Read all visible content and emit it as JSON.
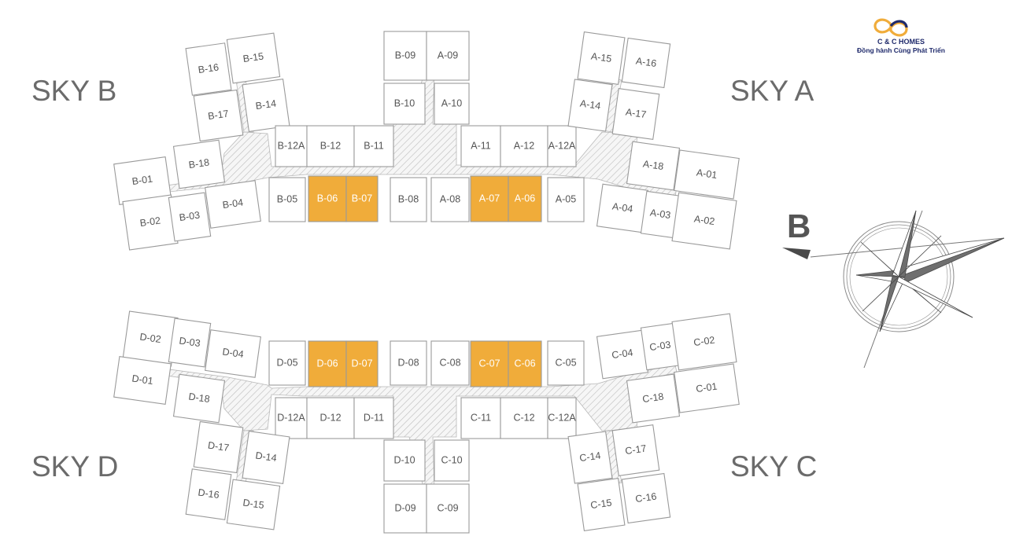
{
  "logo": {
    "brand": "C & C HOMES",
    "slogan": "Đồng hành Cùng Phát Triển",
    "colors": {
      "primary": "#1f2a6b",
      "accent": "#f0ac3a"
    }
  },
  "blocks": {
    "sky_a": "SKY A",
    "sky_b": "SKY B",
    "sky_c": "SKY C",
    "sky_d": "SKY D"
  },
  "compass": {
    "direction_label": "B"
  },
  "highlight_color": "#f0ac3a",
  "units": {
    "B-16": "B-16",
    "B-15": "B-15",
    "B-17": "B-17",
    "B-14": "B-14",
    "B-18": "B-18",
    "B-01": "B-01",
    "B-02": "B-02",
    "B-03": "B-03",
    "B-04": "B-04",
    "B-12A": "B-12A",
    "B-12": "B-12",
    "B-11": "B-11",
    "B-05": "B-05",
    "B-06": "B-06",
    "B-07": "B-07",
    "B-08": "B-08",
    "B-09": "B-09",
    "B-10": "B-10",
    "A-09": "A-09",
    "A-10": "A-10",
    "A-11": "A-11",
    "A-12": "A-12",
    "A-12A": "A-12A",
    "A-08": "A-08",
    "A-07": "A-07",
    "A-06": "A-06",
    "A-05": "A-05",
    "A-15": "A-15",
    "A-16": "A-16",
    "A-14": "A-14",
    "A-17": "A-17",
    "A-18": "A-18",
    "A-01": "A-01",
    "A-04": "A-04",
    "A-03": "A-03",
    "A-02": "A-02",
    "D-02": "D-02",
    "D-03": "D-03",
    "D-04": "D-04",
    "D-01": "D-01",
    "D-18": "D-18",
    "D-05": "D-05",
    "D-06": "D-06",
    "D-07": "D-07",
    "D-08": "D-08",
    "D-12A": "D-12A",
    "D-12": "D-12",
    "D-11": "D-11",
    "D-17": "D-17",
    "D-14": "D-14",
    "D-16": "D-16",
    "D-15": "D-15",
    "D-10": "D-10",
    "D-09": "D-09",
    "C-08": "C-08",
    "C-07": "C-07",
    "C-06": "C-06",
    "C-05": "C-05",
    "C-04": "C-04",
    "C-03": "C-03",
    "C-02": "C-02",
    "C-01": "C-01",
    "C-18": "C-18",
    "C-11": "C-11",
    "C-12": "C-12",
    "C-12A": "C-12A",
    "C-14": "C-14",
    "C-17": "C-17",
    "C-15": "C-15",
    "C-16": "C-16",
    "C-10": "C-10",
    "C-09": "C-09"
  },
  "highlighted_units": [
    "B-06",
    "B-07",
    "A-07",
    "A-06",
    "D-06",
    "D-07",
    "C-07",
    "C-06"
  ]
}
